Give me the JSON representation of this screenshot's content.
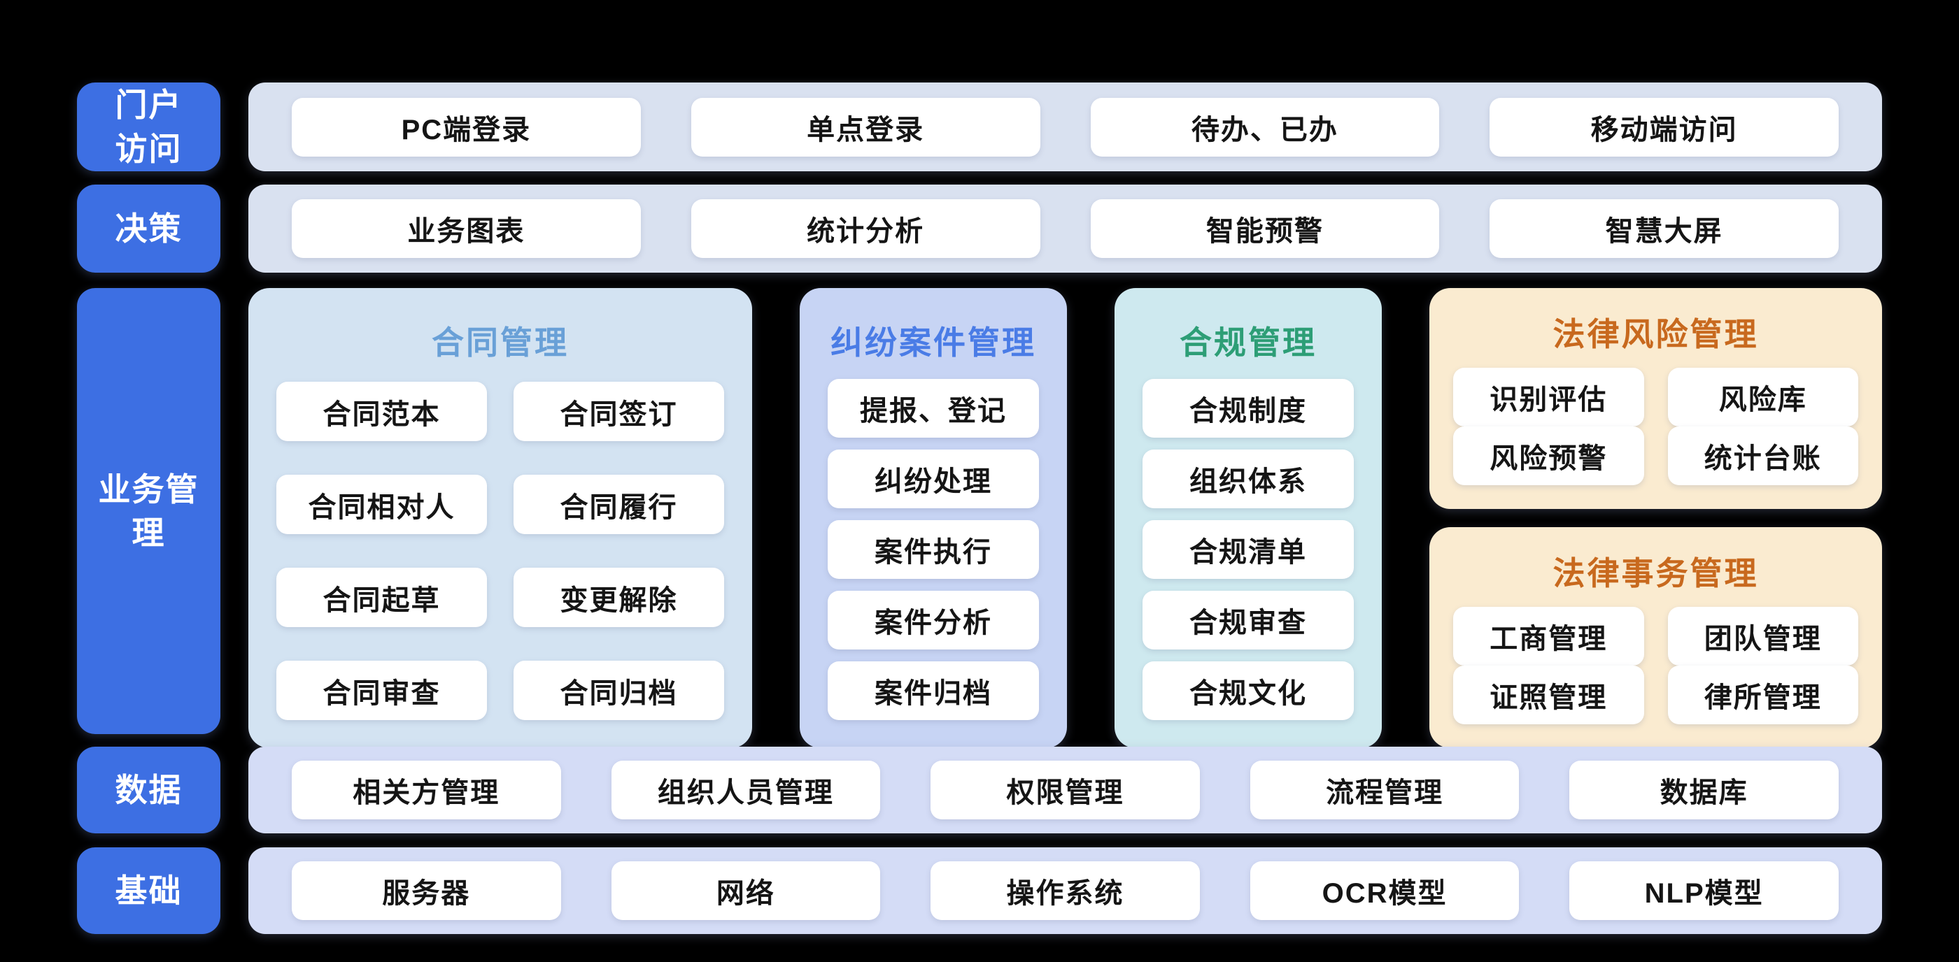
{
  "colors": {
    "page_bg": "#000000",
    "label_bg": "#3D6FE3",
    "label_text": "#FFFFFF",
    "band_top_bg": "#D9E1F0",
    "band_bottom_bg": "#D4DCF6",
    "module_bg": "#FFFFFF",
    "module_text": "#151515",
    "contract_bg": "#D3E3F2",
    "contract_title": "#69A0D7",
    "dispute_bg": "#C7D4F4",
    "dispute_title": "#4A7CE6",
    "compliance_bg": "#CEE9EF",
    "compliance_title": "#2D9E76",
    "legal_bg": "#FAEBD0",
    "legal_title": "#C8691E"
  },
  "rows": {
    "portal": {
      "label": "门户\n访问",
      "items": [
        "PC端登录",
        "单点登录",
        "待办、已办",
        "移动端访问"
      ]
    },
    "decision": {
      "label": "决策",
      "items": [
        "业务图表",
        "统计分析",
        "智能预警",
        "智慧大屏"
      ]
    },
    "business": {
      "label": "业务管\n理",
      "contract": {
        "title": "合同管理",
        "items": [
          "合同范本",
          "合同签订",
          "合同相对人",
          "合同履行",
          "合同起草",
          "变更解除",
          "合同审查",
          "合同归档"
        ]
      },
      "dispute": {
        "title": "纠纷案件管理",
        "items": [
          "提报、登记",
          "纠纷处理",
          "案件执行",
          "案件分析",
          "案件归档"
        ]
      },
      "compliance": {
        "title": "合规管理",
        "items": [
          "合规制度",
          "组织体系",
          "合规清单",
          "合规审查",
          "合规文化"
        ]
      },
      "risk": {
        "title": "法律风险管理",
        "items": [
          "识别评估",
          "风险库",
          "风险预警",
          "统计台账"
        ]
      },
      "affairs": {
        "title": "法律事务管理",
        "items": [
          "工商管理",
          "团队管理",
          "证照管理",
          "律所管理"
        ]
      }
    },
    "data": {
      "label": "数据",
      "items": [
        "相关方管理",
        "组织人员管理",
        "权限管理",
        "流程管理",
        "数据库"
      ]
    },
    "infra": {
      "label": "基础",
      "items": [
        "服务器",
        "网络",
        "操作系统",
        "OCR模型",
        "NLP模型"
      ]
    }
  }
}
